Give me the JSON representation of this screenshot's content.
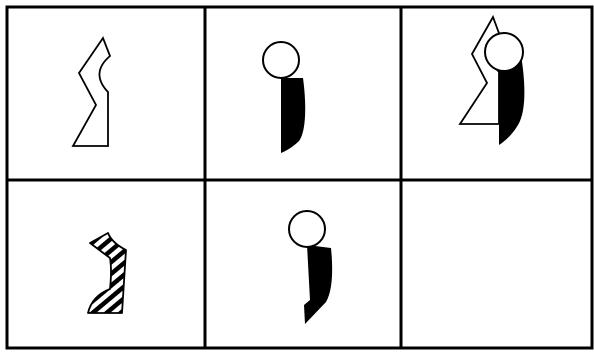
{
  "puzzle": {
    "rows": 2,
    "columns": 3,
    "cells": [
      {
        "row": 1,
        "column": 1,
        "figure": "outline-zigzag-shape"
      },
      {
        "row": 1,
        "column": 2,
        "figure": "circle-with-black-blade"
      },
      {
        "row": 1,
        "column": 3,
        "figure": "outline-zigzag-plus-circle-with-black-blade"
      },
      {
        "row": 2,
        "column": 1,
        "figure": "hatched-hook-shape"
      },
      {
        "row": 2,
        "column": 2,
        "figure": "circle-with-black-hook"
      },
      {
        "row": 2,
        "column": 3,
        "figure": "empty"
      }
    ]
  },
  "colors": {
    "ink": "#000000",
    "paper": "#ffffff"
  }
}
